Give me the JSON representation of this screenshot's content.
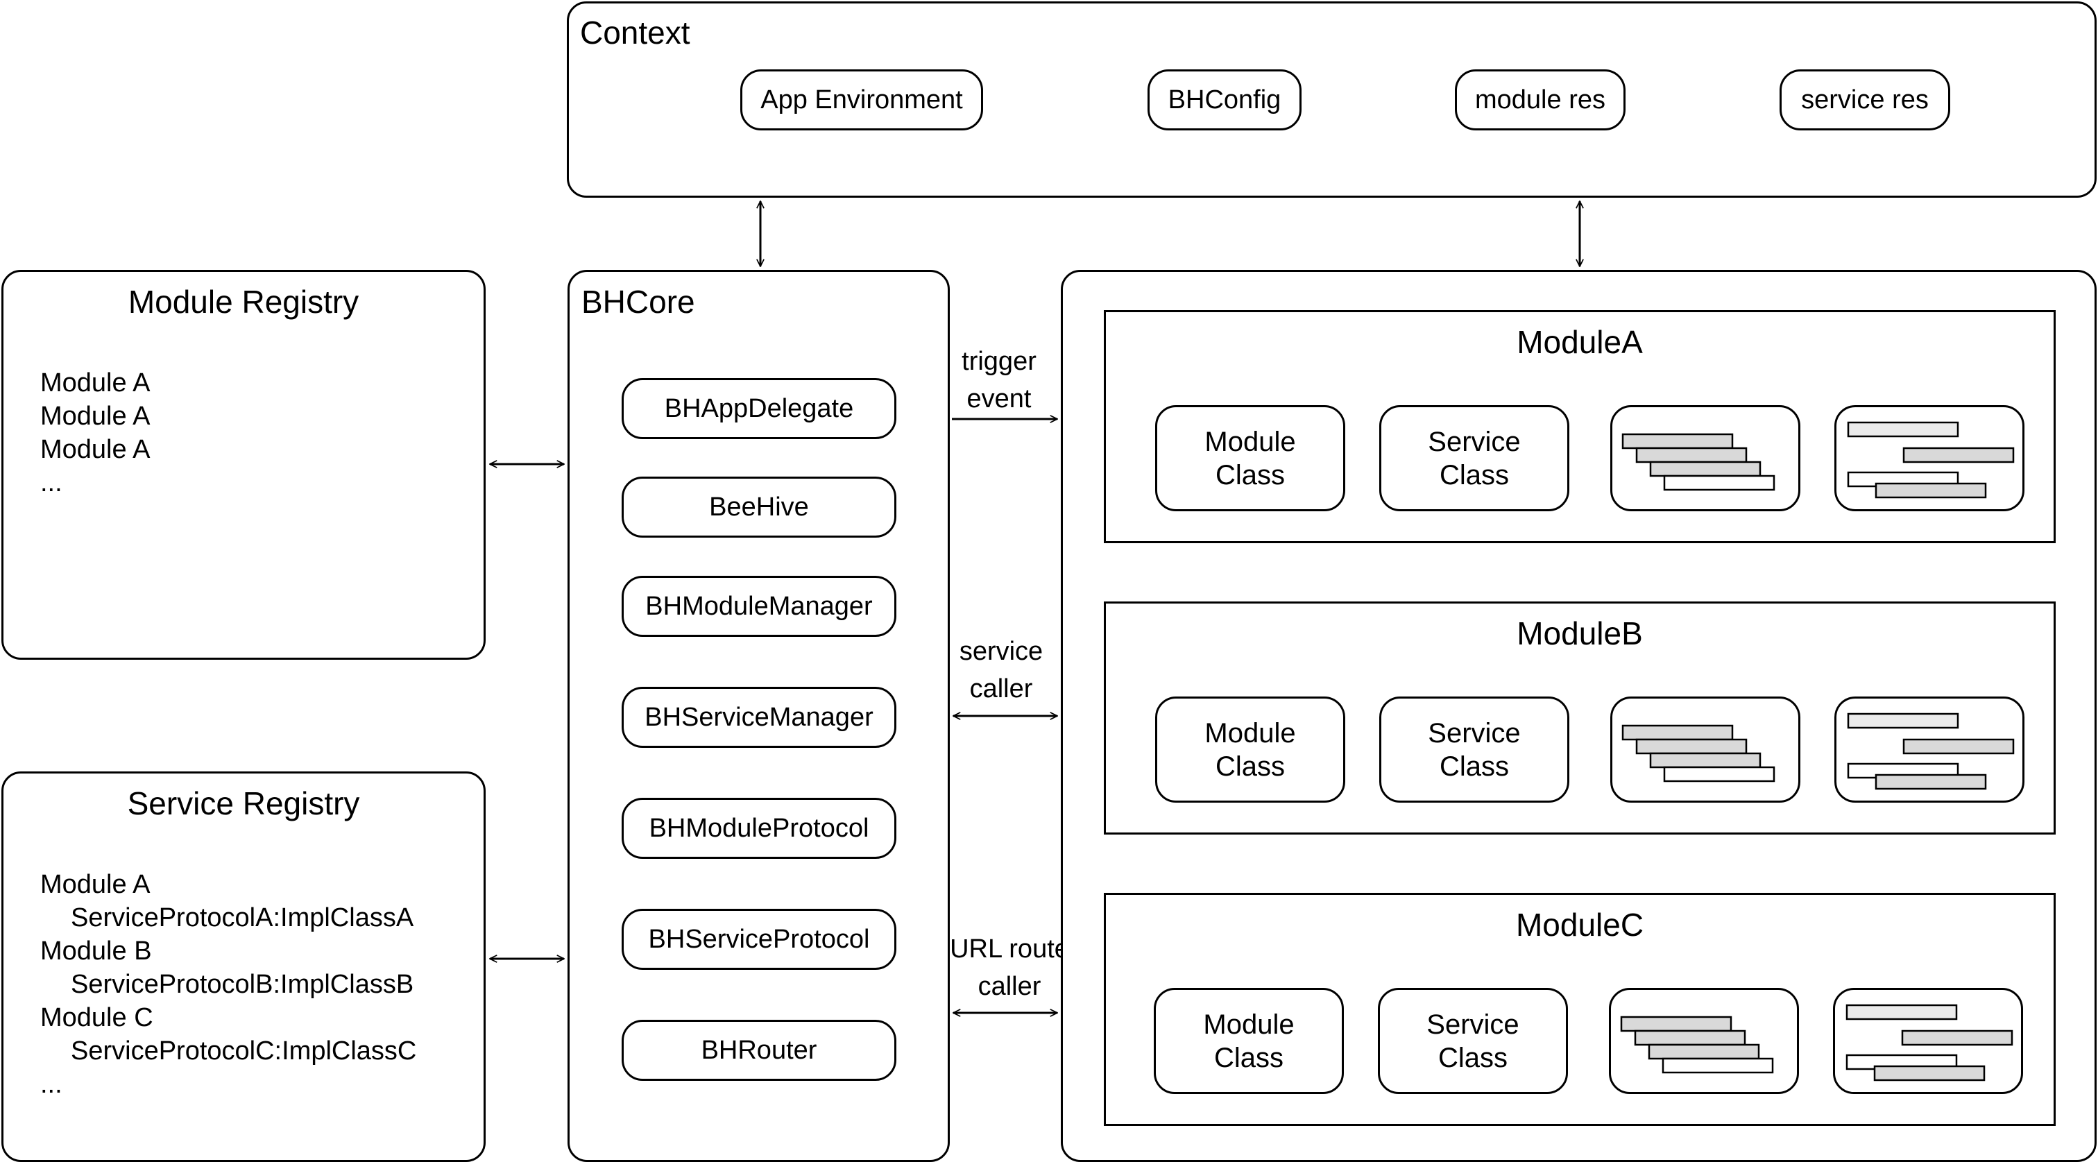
{
  "context": {
    "title": "Context",
    "items": [
      "App Environment",
      "BHConfig",
      "module res",
      "service res"
    ]
  },
  "module_registry": {
    "title": "Module Registry",
    "lines": [
      "Module A",
      "Module A",
      "Module A",
      "..."
    ]
  },
  "service_registry": {
    "title": "Service Registry",
    "lines": [
      {
        "text": "Module A",
        "indent": false
      },
      {
        "text": "ServiceProtocolA:ImplClassA",
        "indent": true
      },
      {
        "text": "Module B",
        "indent": false
      },
      {
        "text": "ServiceProtocolB:ImplClassB",
        "indent": true
      },
      {
        "text": "Module C",
        "indent": false
      },
      {
        "text": "ServiceProtocolC:ImplClassC",
        "indent": true
      },
      {
        "text": "...",
        "indent": false
      }
    ]
  },
  "bhcore": {
    "title": "BHCore",
    "items": [
      "BHAppDelegate",
      "BeeHive",
      "BHModuleManager",
      "BHServiceManager",
      "BHModuleProtocol",
      "BHServiceProtocol",
      "BHRouter"
    ]
  },
  "connectors": {
    "trigger": [
      "trigger",
      "event"
    ],
    "service": [
      "service",
      "caller"
    ],
    "url": [
      "URL route",
      "caller"
    ]
  },
  "modules": [
    {
      "title": "ModuleA",
      "module_class": [
        "Module",
        "Class"
      ],
      "service_class": [
        "Service",
        "Class"
      ]
    },
    {
      "title": "ModuleB",
      "module_class": [
        "Module",
        "Class"
      ],
      "service_class": [
        "Service",
        "Class"
      ]
    },
    {
      "title": "ModuleC",
      "module_class": [
        "Module",
        "Class"
      ],
      "service_class": [
        "Service",
        "Class"
      ]
    }
  ],
  "colors": {
    "stroke": "#000000",
    "bar_fill": "#d9d9d9",
    "bar_fill_light": "#ebebeb",
    "background": "#ffffff"
  }
}
